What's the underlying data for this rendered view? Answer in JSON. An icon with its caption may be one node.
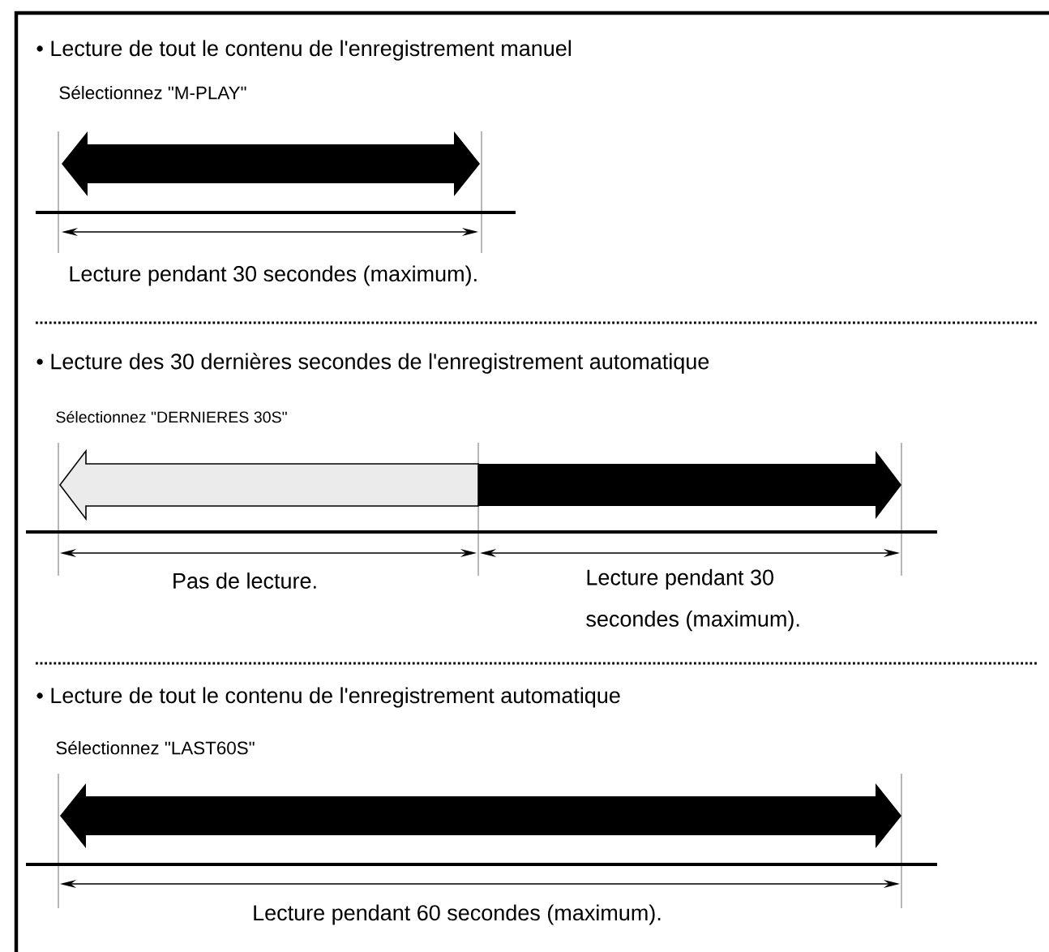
{
  "diagram": {
    "labels": [
      "• Lecture de tout le contenu de l'enregistrement manuel",
      "Sélectionnez \"M-PLAY\"",
      "Lecture pendant 30 secondes (maximum).",
      "• Lecture des 30 dernières secondes de l'enregistrement automatique",
      "Sélectionnez \"DERNIERES 30S\"",
      "Pas de lecture.",
      "Lecture pendant 30 secondes (maximum).",
      "• Lecture de tout le contenu de l'enregistrement automatique",
      "Sélectionnez \"LAST60S\"",
      "Lecture pendant 60 secondes (maximum)."
    ]
  }
}
